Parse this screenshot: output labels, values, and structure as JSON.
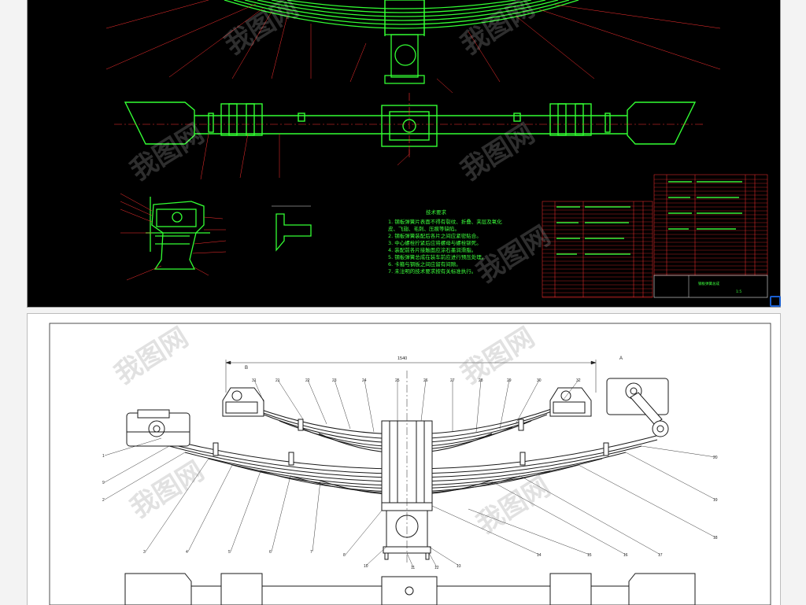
{
  "watermark": "我图网",
  "sheet_top": {
    "notes_title": "技术要求",
    "notes": [
      "1. 钢板弹簧片表面不得有裂纹、折叠、夹层及氧化",
      "皮、飞翅、毛刺、压痕等缺陷。",
      "2. 钢板弹簧装配后各片之间应紧密贴合。",
      "3. 中心螺栓拧紧后应将螺母与螺栓铆死。",
      "4. 装配前各片接触面应涂石墨润滑脂。",
      "5. 钢板弹簧总成在装车前应进行预压处理。",
      "6. 卡箍与钢板之间应留有间隙。",
      "7. 未注明的技术要求按有关标准执行。"
    ],
    "title_block": {
      "drawing_name": "钢板弹簧总成",
      "scale": "1:5"
    }
  },
  "sheet_bottom": {
    "dimension_label": "1540",
    "section_label_a": "A",
    "section_label_b": "B",
    "callouts_left": [
      "1",
      "2",
      "3",
      "4",
      "5",
      "6",
      "7",
      "8",
      "9"
    ],
    "callouts_right": [
      "20",
      "19",
      "18",
      "17",
      "16",
      "15",
      "14"
    ],
    "callouts_top": [
      "21",
      "22",
      "23",
      "24",
      "25",
      "26",
      "27",
      "28",
      "29",
      "30",
      "31",
      "32"
    ],
    "callouts_bottom": [
      "10",
      "11",
      "12",
      "13"
    ]
  },
  "colors": {
    "cad_green": "#33ff33",
    "cad_red": "#ff2020",
    "cad_white": "#e8e8e8",
    "paper": "#ffffff",
    "ink": "#1a1a1a"
  }
}
